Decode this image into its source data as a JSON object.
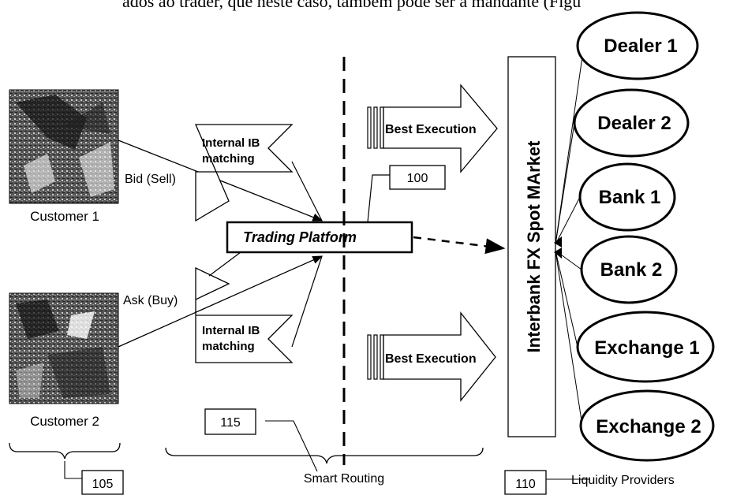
{
  "header_text": "ados ao trader, que neste caso, também pode ser a mandante (Figu",
  "customers": [
    {
      "label": "Customer 1"
    },
    {
      "label": "Customer 2"
    }
  ],
  "order_labels": {
    "bid": "Bid (Sell)",
    "ask": "Ask (Buy)"
  },
  "internal_matching": {
    "line1": "Internal IB",
    "line2": "matching"
  },
  "trading_platform": "Trading Platform",
  "best_execution": "Best Execution",
  "spot_market": "Interbank FX Spot MArket",
  "providers": [
    "Dealer 1",
    "Dealer 2",
    "Bank 1",
    "Bank 2",
    "Exchange 1",
    "Exchange 2"
  ],
  "ref_numbers": {
    "n100": "100",
    "n105": "105",
    "n110": "110",
    "n115": "115"
  },
  "bottom_labels": {
    "smart_routing": "Smart Routing",
    "liquidity_providers": "Liquidity Providers"
  }
}
